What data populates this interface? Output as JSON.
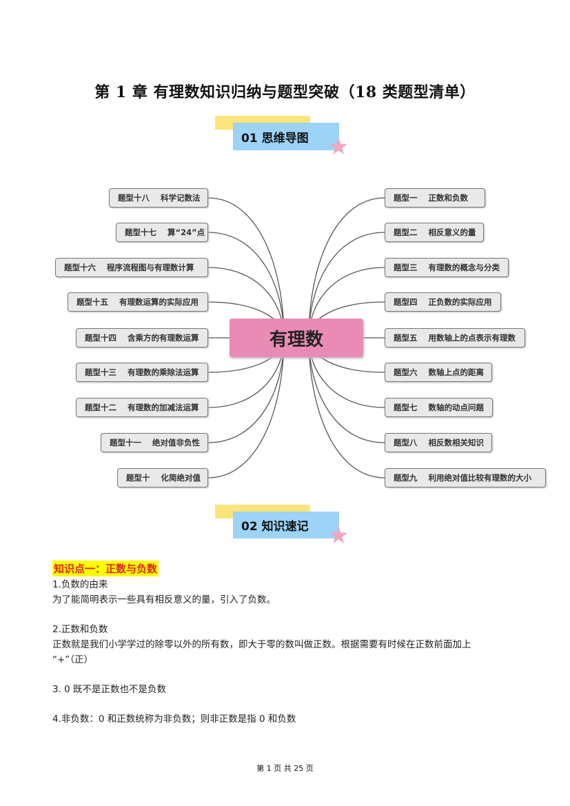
{
  "title": "第 1 章  有理数知识归纳与题型突破（18 类题型清单）",
  "sections": [
    {
      "label": "01    思维导图"
    },
    {
      "label": "02    知识速记"
    }
  ],
  "mindmap": {
    "center": "有理数",
    "left": [
      "题型十八    科学记数法",
      "题型十七    算“24”点",
      "题型十六    程序流程图与有理数计算",
      "题型十五    有理数运算的实际应用",
      "题型十四    含乘方的有理数运算",
      "题型十三    有理数的乘除法运算",
      "题型十二    有理数的加减法运算",
      "题型十一    绝对值非负性",
      "题型十    化简绝对值"
    ],
    "right": [
      "题型一    正数和负数",
      "题型二    相反意义的量",
      "题型三    有理数的概念与分类",
      "题型四    正负数的实际应用",
      "题型五    用数轴上的点表示有理数",
      "题型六    数轴上点的距离",
      "题型七    数轴的动点问题",
      "题型八    相反数相关知识",
      "题型九    利用绝对值比较有理数的大小"
    ]
  },
  "knowledge": {
    "heading": "知识点一：正数与负数",
    "lines": [
      "1.负数的由来",
      "为了能简明表示一些具有相反意义的量，引入了负数。",
      "2.正数和负数",
      "正数就是我们小学学过的除零以外的所有数，即大于零的数叫做正数。根据需要有时候在正数前面加上",
      "“+”（正）",
      "3.   0 既不是正数也不是负数",
      "4.非负数：0 和正数统称为非负数；则非正数是指 0 和负数"
    ]
  },
  "footer": "第 1 页 共 25 页",
  "colors": {
    "center": "#e98bb4",
    "section_bg": "#9cd3f7",
    "section_accent": "#fbe57a",
    "highlight": "#ffff00",
    "heading_text": "#e02020"
  }
}
